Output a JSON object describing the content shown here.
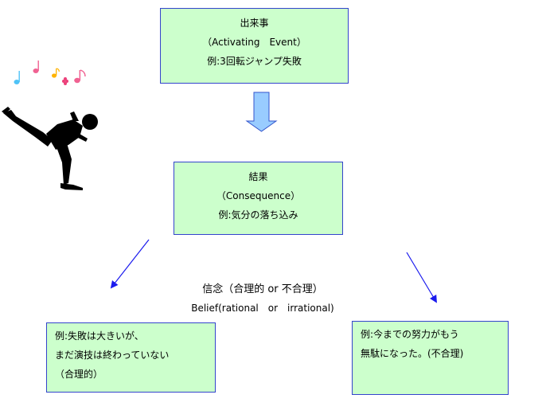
{
  "activating_event": {
    "title": "出来事",
    "subtitle": "（Activating　Event）",
    "example": "例:3回転ジャンプ失敗"
  },
  "consequence": {
    "title": "結果",
    "subtitle": "（Consequence）",
    "example": "例:気分の落ち込み"
  },
  "belief": {
    "title_jp": "信念（合理的 or 不合理）",
    "title_en": "Belief(rational　or　irrational)"
  },
  "rational_example": {
    "line1": "例:失敗は大きいが、",
    "line2": "まだ演技は終わっていない",
    "line3": "（合理的）"
  },
  "irrational_example": {
    "line1": "例:今までの努力がもう",
    "line2": "無駄になった。(不合理)"
  },
  "colors": {
    "box_fill": "#ccffcc",
    "box_border": "#3344cc",
    "down_arrow_fill": "#99ccff",
    "diagonal_arrow": "#1a1aee",
    "skater": "#000000"
  },
  "icons": [
    "figure-skater-icon",
    "music-notes-icon",
    "down-arrow-icon"
  ]
}
